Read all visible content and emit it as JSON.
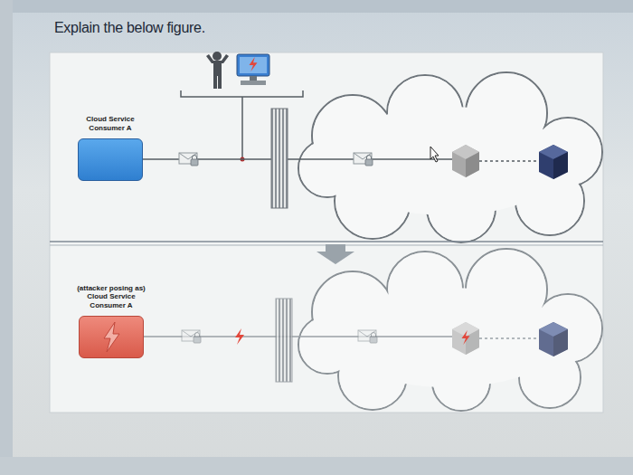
{
  "diagram": {
    "title": "Explain the below figure.",
    "nodes": [
      {
        "text": [
          "Cloud Service Consumer A"
        ]
      },
      {
        "text": [
          "(attacker posing as) Cloud Service Consumer A"
        ]
      }
    ]
  }
}
